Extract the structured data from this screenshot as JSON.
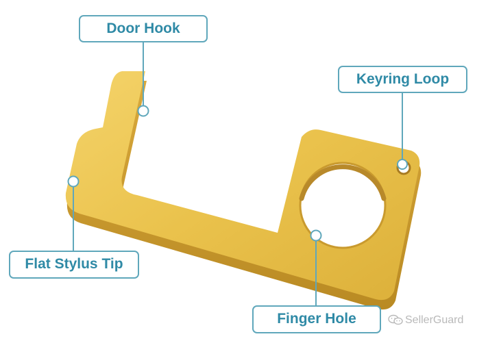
{
  "labels": {
    "door_hook": "Door Hook",
    "keyring_loop": "Keyring Loop",
    "flat_stylus_tip": "Flat Stylus Tip",
    "finger_hole": "Finger Hole"
  },
  "watermark": {
    "text": "SellerGuard",
    "icon": "wechat-icon"
  },
  "colors": {
    "accent": "#5fa7bb",
    "label_text": "#2f8aa6",
    "brass": "#e9c34f",
    "brass_edge": "#c99a2e"
  }
}
